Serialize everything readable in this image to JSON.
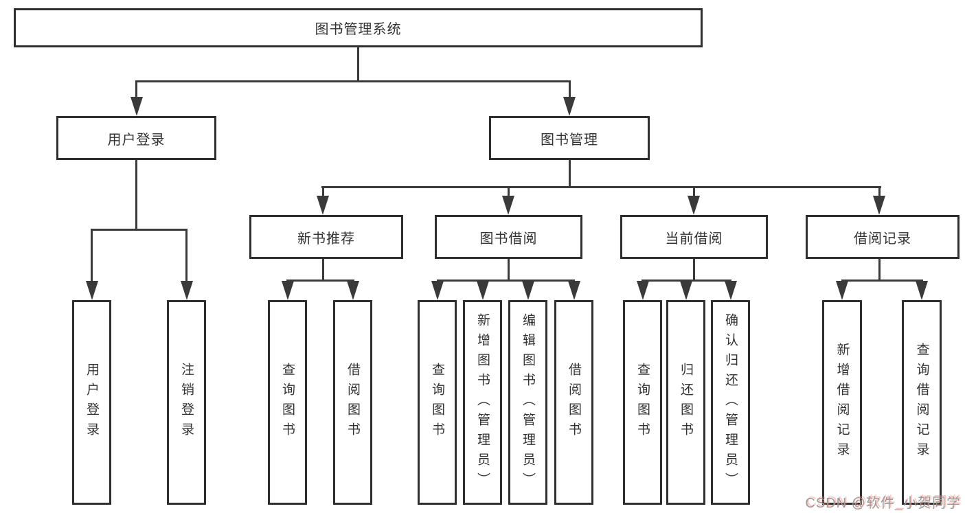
{
  "tree": {
    "label": "图书管理系统",
    "children": [
      {
        "label": "用户登录",
        "children": [
          {
            "label": "用户登录"
          },
          {
            "label": "注销登录"
          }
        ]
      },
      {
        "label": "图书管理",
        "children": [
          {
            "label": "新书推荐",
            "children": [
              {
                "label": "查询图书"
              },
              {
                "label": "借阅图书"
              }
            ]
          },
          {
            "label": "图书借阅",
            "children": [
              {
                "label": "查询图书"
              },
              {
                "label": "新增图书（管理员）"
              },
              {
                "label": "编辑图书（管理员）"
              },
              {
                "label": "借阅图书"
              }
            ]
          },
          {
            "label": "当前借阅",
            "children": [
              {
                "label": "查询图书"
              },
              {
                "label": "归还图书"
              },
              {
                "label": "确认归还（管理员）"
              }
            ]
          },
          {
            "label": "借阅记录",
            "children": [
              {
                "label": "新增借阅记录"
              },
              {
                "label": "查询借阅记录"
              }
            ]
          }
        ]
      }
    ]
  },
  "watermark": {
    "text": "CSDN @软件_小贺同学"
  },
  "colors": {
    "background": "#ffffff",
    "box_border": "#2e2e2e",
    "connector": "#3a3a3a",
    "text": "#333333",
    "watermark_text": "#9b9b9b",
    "watermark_shadow": "#fa7864"
  }
}
